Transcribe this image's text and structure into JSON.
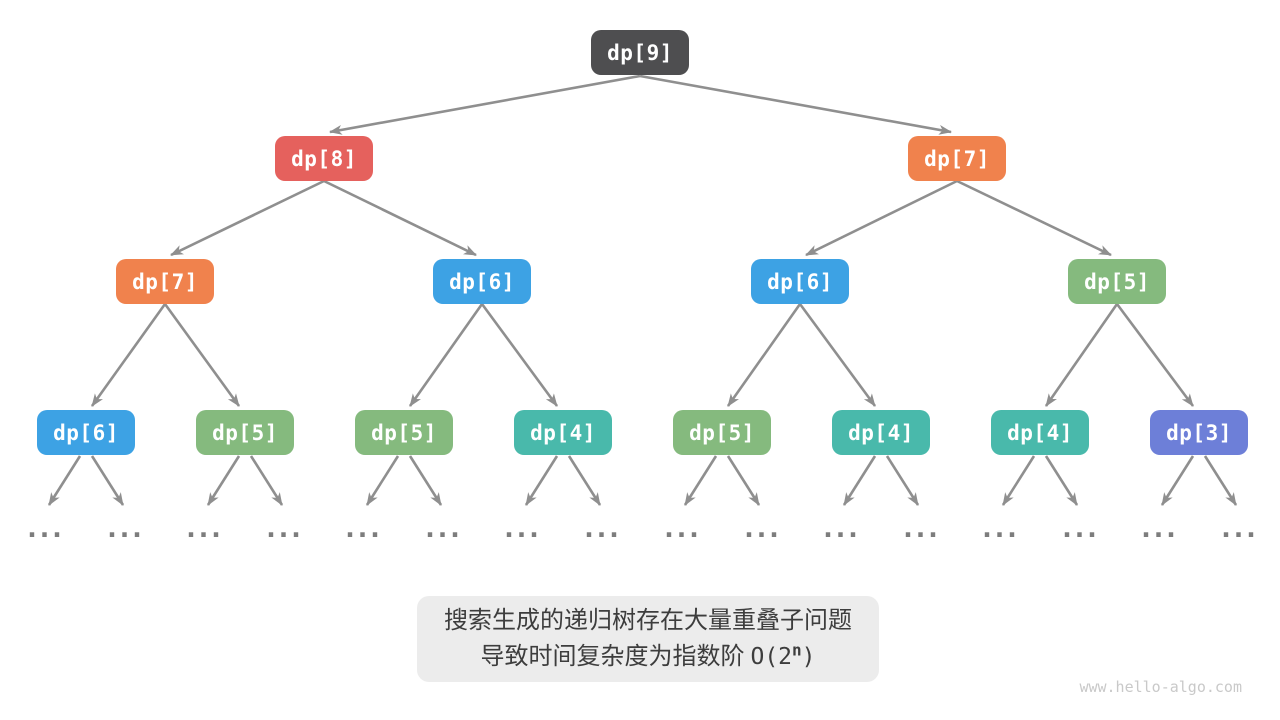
{
  "diagram": {
    "title_semantic": "recursion tree of dp subproblems",
    "edge_color": "#8f8f8f",
    "dots_color": "#7d7d7d",
    "ellipsis": "...",
    "nodes": [
      {
        "label": "dp[9]",
        "color": "#4e4e50"
      },
      {
        "label": "dp[8]",
        "color": "#e5615d"
      },
      {
        "label": "dp[7]",
        "color": "#f0824d"
      },
      {
        "label": "dp[7]",
        "color": "#f0824d"
      },
      {
        "label": "dp[6]",
        "color": "#3da2e4"
      },
      {
        "label": "dp[6]",
        "color": "#3da2e4"
      },
      {
        "label": "dp[5]",
        "color": "#85ba7e"
      },
      {
        "label": "dp[6]",
        "color": "#3da2e4"
      },
      {
        "label": "dp[5]",
        "color": "#85ba7e"
      },
      {
        "label": "dp[5]",
        "color": "#85ba7e"
      },
      {
        "label": "dp[4]",
        "color": "#49b9ab"
      },
      {
        "label": "dp[5]",
        "color": "#85ba7e"
      },
      {
        "label": "dp[4]",
        "color": "#49b9ab"
      },
      {
        "label": "dp[4]",
        "color": "#49b9ab"
      },
      {
        "label": "dp[3]",
        "color": "#6d7fd8"
      }
    ]
  },
  "caption": {
    "background": "#ececec",
    "text_color": "#3d3d3d",
    "line1": "搜索生成的递归树存在大量重叠子问题",
    "line2_text": "导致时间复杂度为指数阶",
    "formula_open": "O(2",
    "formula_sup": "n",
    "formula_close": ")"
  },
  "watermark": "www.hello-algo.com"
}
